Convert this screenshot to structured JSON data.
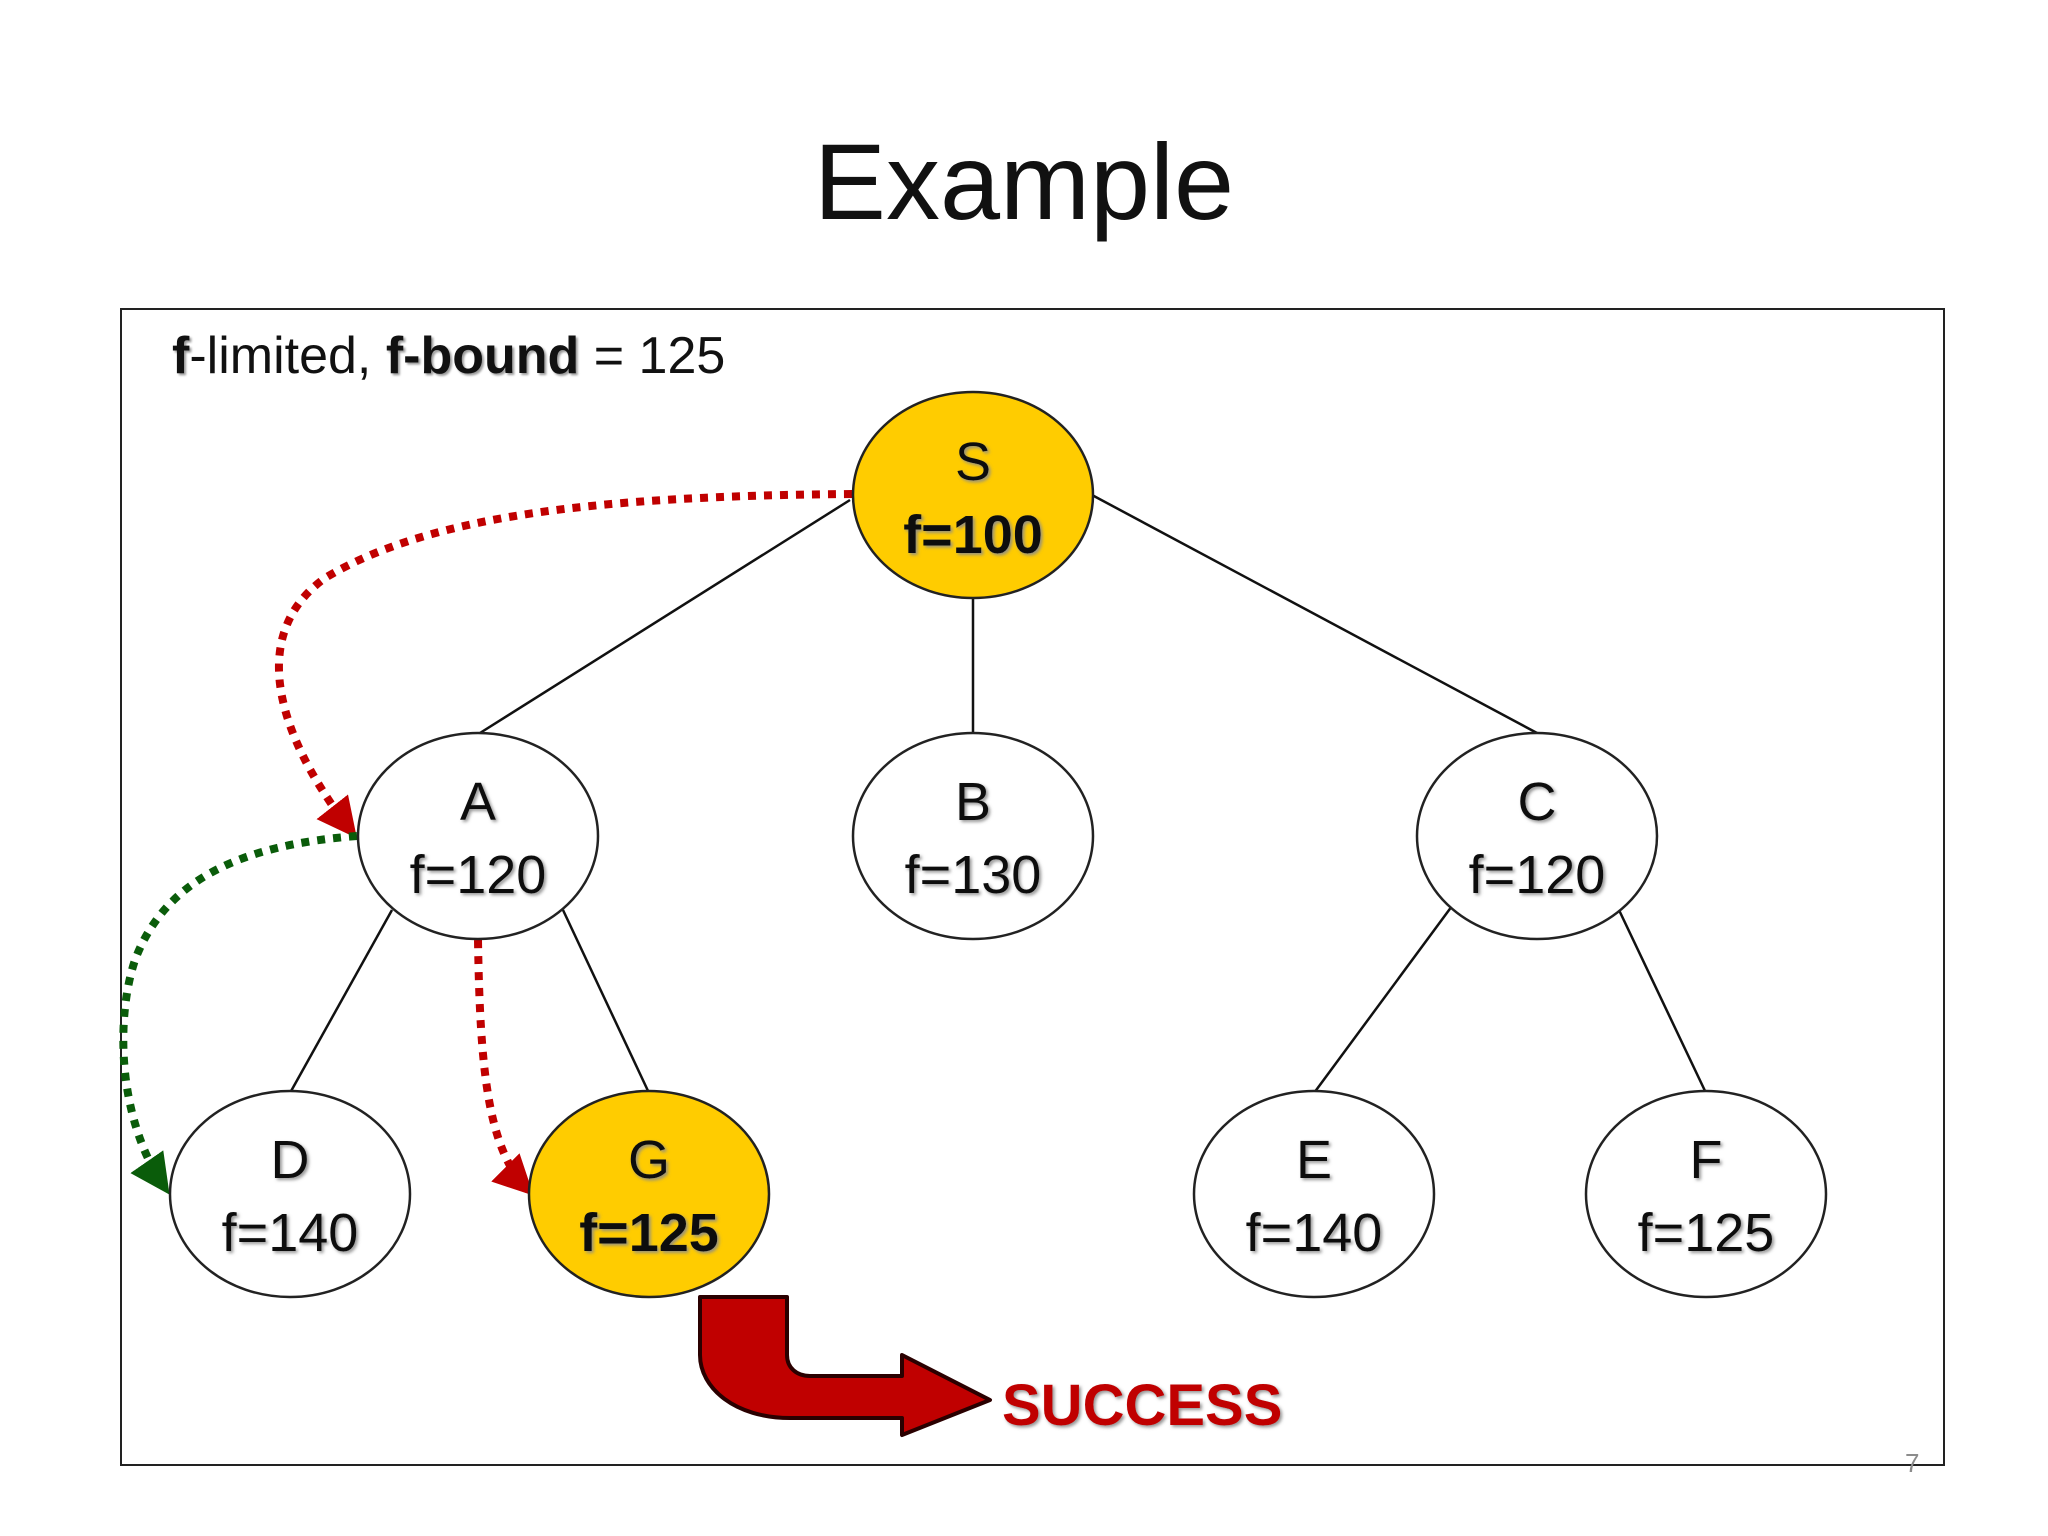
{
  "slide": {
    "title": "Example",
    "page_number": "7"
  },
  "caption": {
    "part1": "f",
    "part2": "-limited, ",
    "part3": "f-bound",
    "part4": " = 125"
  },
  "nodes": {
    "S": {
      "name": "S",
      "f": "f=100",
      "highlighted": true
    },
    "A": {
      "name": "A",
      "f": "f=120",
      "highlighted": false
    },
    "B": {
      "name": "B",
      "f": "f=130",
      "highlighted": false
    },
    "C": {
      "name": "C",
      "f": "f=120",
      "highlighted": false
    },
    "D": {
      "name": "D",
      "f": "f=140",
      "highlighted": false
    },
    "G": {
      "name": "G",
      "f": "f=125",
      "highlighted": true
    },
    "E": {
      "name": "E",
      "f": "f=140",
      "highlighted": false
    },
    "F": {
      "name": "F",
      "f": "f=125",
      "highlighted": false
    }
  },
  "edges": [
    [
      "S",
      "A"
    ],
    [
      "S",
      "B"
    ],
    [
      "S",
      "C"
    ],
    [
      "A",
      "D"
    ],
    [
      "A",
      "G"
    ],
    [
      "C",
      "E"
    ],
    [
      "C",
      "F"
    ]
  ],
  "result": {
    "label": "SUCCESS"
  },
  "colors": {
    "highlight_fill": "#ffcc00",
    "red_path": "#c00000",
    "green_path": "#0a5c0a",
    "success_arrow": "#c00000"
  }
}
